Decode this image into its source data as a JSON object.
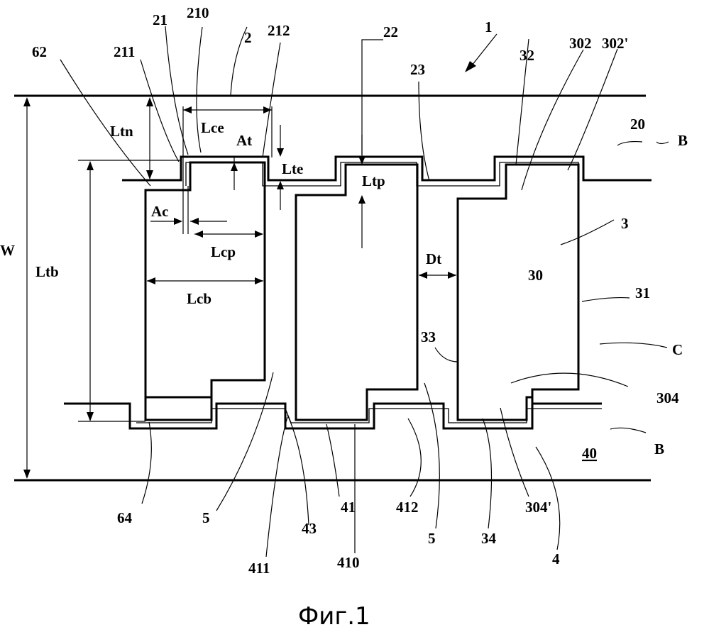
{
  "labels": {
    "l1": "1",
    "l2": "2",
    "l21": "21",
    "l210": "210",
    "l212": "212",
    "l211": "211",
    "l62": "62",
    "l22": "22",
    "l23": "23",
    "l302": "302",
    "l302p": "302'",
    "l32": "32",
    "l20": "20",
    "lB_top": "B",
    "l3": "3",
    "l30": "30",
    "l31": "31",
    "lC": "C",
    "l304": "304",
    "lB_bot": "B",
    "l40": "40",
    "l33": "33",
    "l64": "64",
    "l5a": "5",
    "l43": "43",
    "l41": "41",
    "l412": "412",
    "l5b": "5",
    "l34": "34",
    "l304p": "304'",
    "l4": "4",
    "l411": "411",
    "l410": "410"
  },
  "dims": {
    "W": "W",
    "Ltn": "Ltn",
    "Lce": "Lce",
    "At": "At",
    "Lte": "Lte",
    "Ltb": "Ltb",
    "Ac": "Ac",
    "Lcp": "Lcp",
    "Lcb": "Lcb",
    "Ltp": "Ltp",
    "Dt": "Dt"
  },
  "caption": "Фиг.1"
}
